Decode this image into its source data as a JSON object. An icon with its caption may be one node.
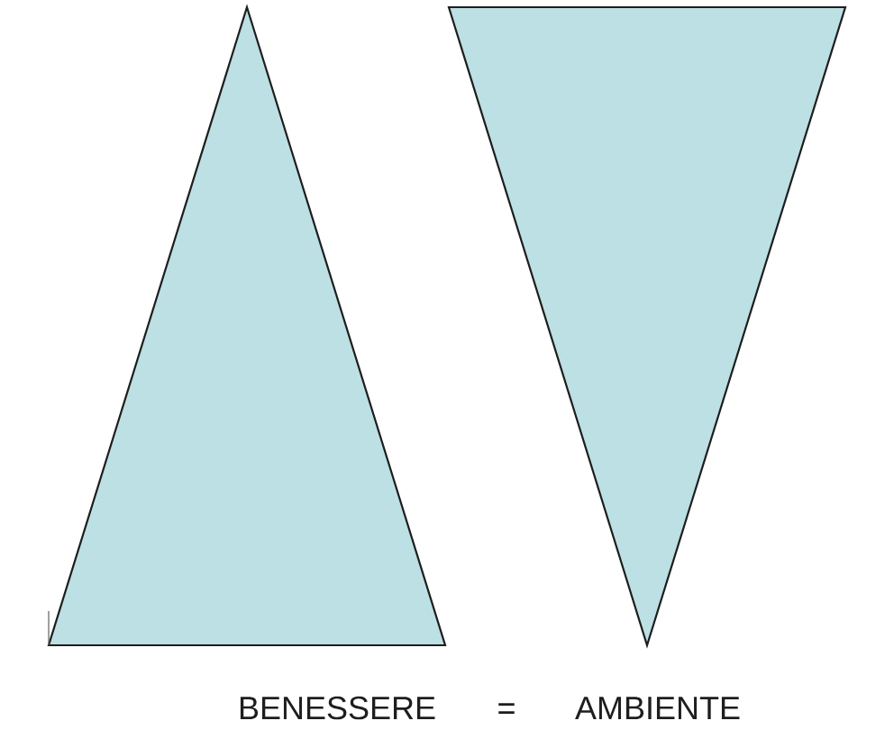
{
  "diagram": {
    "nodes": [
      {
        "text": [],
        "shape": "triangle"
      },
      {
        "text": [],
        "shape": "triangle"
      }
    ],
    "labels": [
      "BENESSERE",
      "=",
      "AMBIENTE"
    ]
  }
}
